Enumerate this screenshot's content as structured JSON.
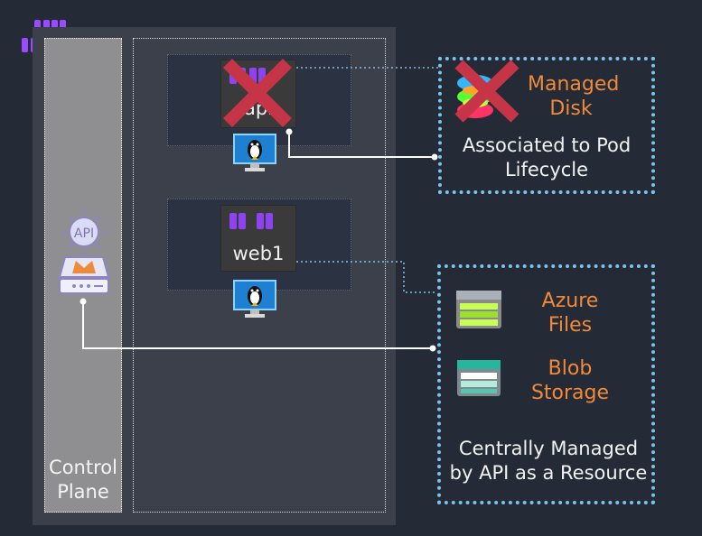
{
  "diagram": {
    "control_plane_label": "Control Plane",
    "pods": [
      {
        "label": "api"
      },
      {
        "label": "web1"
      }
    ],
    "managed_disk": {
      "title": "Managed Disk",
      "caption": "Associated to Pod Lifecycle"
    },
    "shared_storage": {
      "azure_files": "Azure Files",
      "blob_storage": "Blob Storage",
      "caption": "Centrally Managed by API as a Resource"
    },
    "api_server_icon_text": "API"
  },
  "icons": {
    "logo": "kubernetes-cube-logo",
    "vm": "linux-vm-icon",
    "api": "api-server-icon",
    "disk": "managed-disk-icon",
    "files": "azure-files-icon",
    "blob": "blob-storage-icon",
    "delete": "red-x-icon"
  },
  "colors": {
    "background": "#242a36",
    "accent_orange": "#f08a3b",
    "storage_border": "#79c4ee",
    "delete_red": "#c63447"
  }
}
